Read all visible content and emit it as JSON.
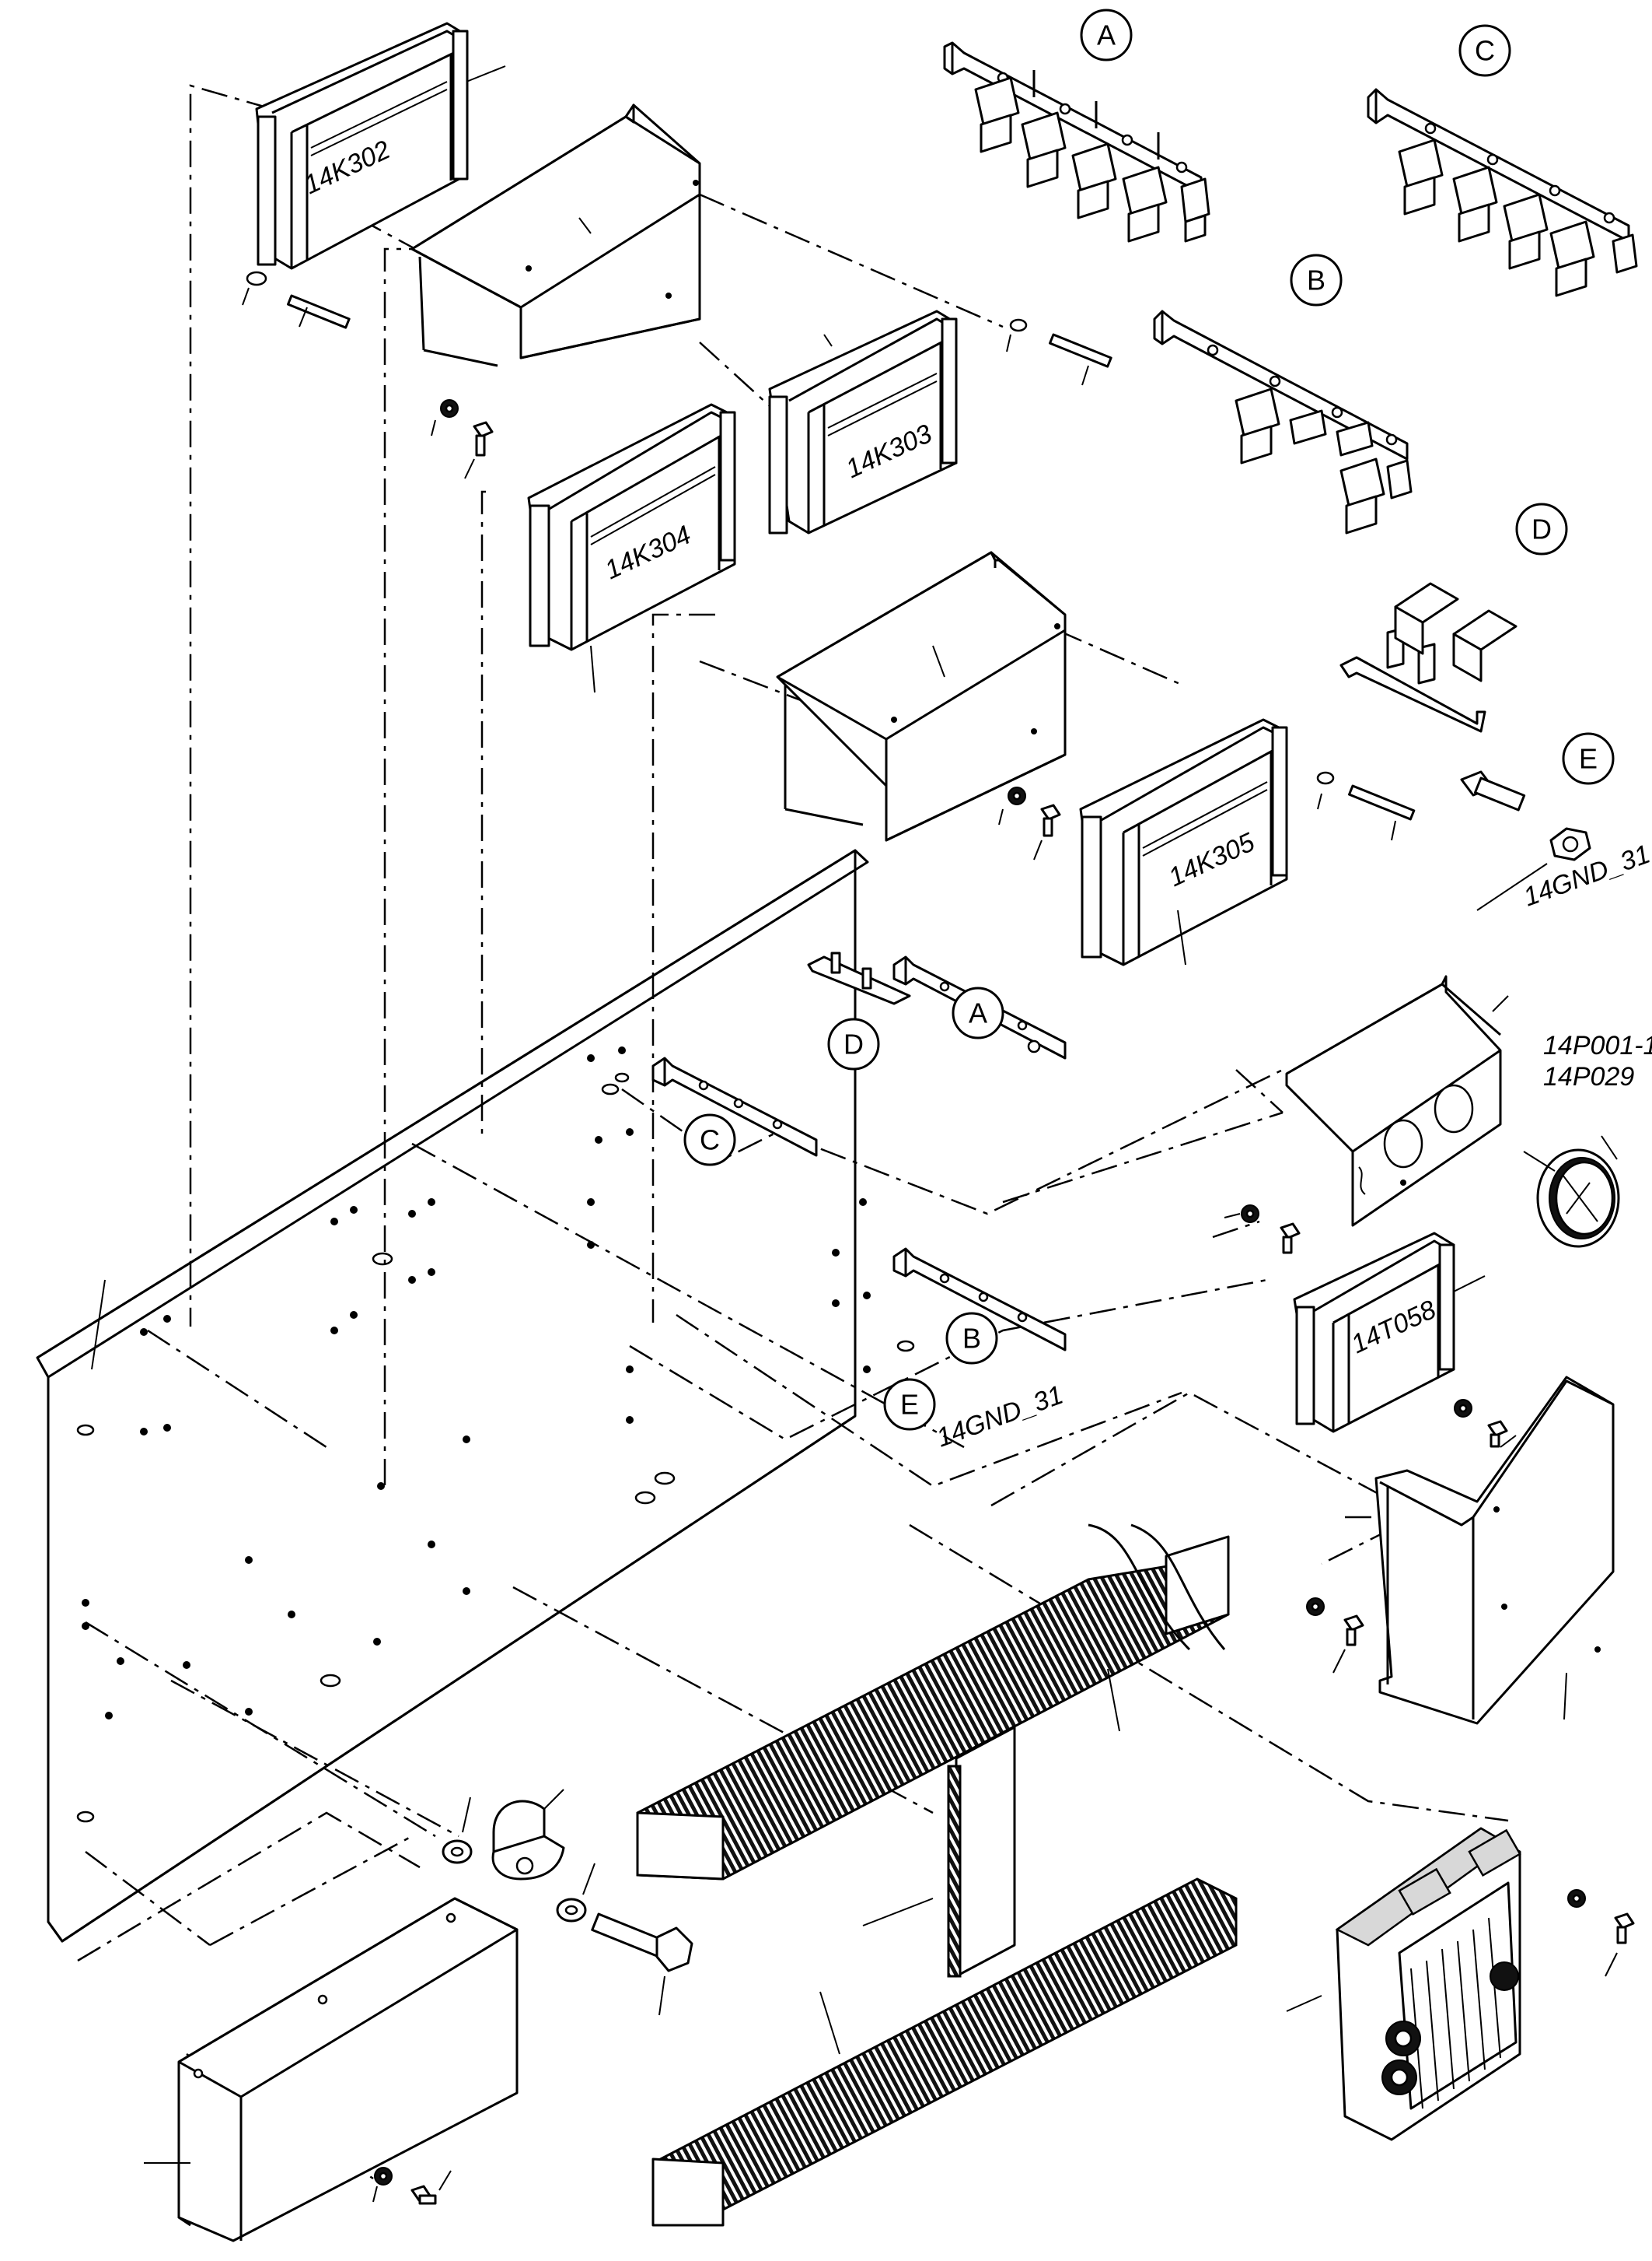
{
  "component_labels": {
    "k302": "14K302",
    "k303": "14K303",
    "k304": "14K304",
    "k305": "14K305",
    "t058": "14T058",
    "gnd_top": "14GND_31",
    "gnd_panel": "14GND_31",
    "p001": "14P001-1",
    "p029": "14P029"
  },
  "callouts": {
    "a_top": "A",
    "b_top": "B",
    "c_top": "C",
    "d_top": "D",
    "e_top": "E",
    "a_panel": "A",
    "b_panel": "B",
    "c_panel": "C",
    "d_panel": "D",
    "e_panel": "E"
  }
}
